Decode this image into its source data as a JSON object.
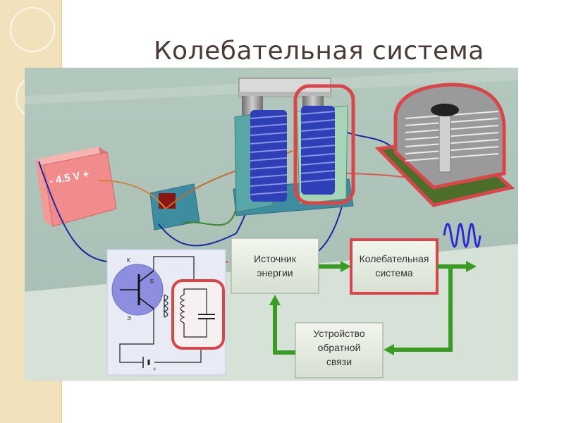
{
  "slide": {
    "title": "Колебательная система"
  },
  "battery": {
    "label": "- 4.5 V +"
  },
  "schematic": {
    "pin_k": "К",
    "pin_b": "Б",
    "pin_e": "Э",
    "plus": "+"
  },
  "blocks": {
    "energy_source": {
      "line1": "Источник",
      "line2": "энергии"
    },
    "oscillating_system": {
      "line1": "Колебательная",
      "line2": "система"
    },
    "feedback": {
      "line1": "Устройство",
      "line2": "обратной",
      "line3": "связи"
    }
  },
  "colors": {
    "arrow_green": "#3a9d23",
    "highlight_red": "#d9464a",
    "battery_pink": "#f28b8b",
    "coil_blue": "#2f3fb8",
    "wave_blue": "#2b2bd6"
  }
}
